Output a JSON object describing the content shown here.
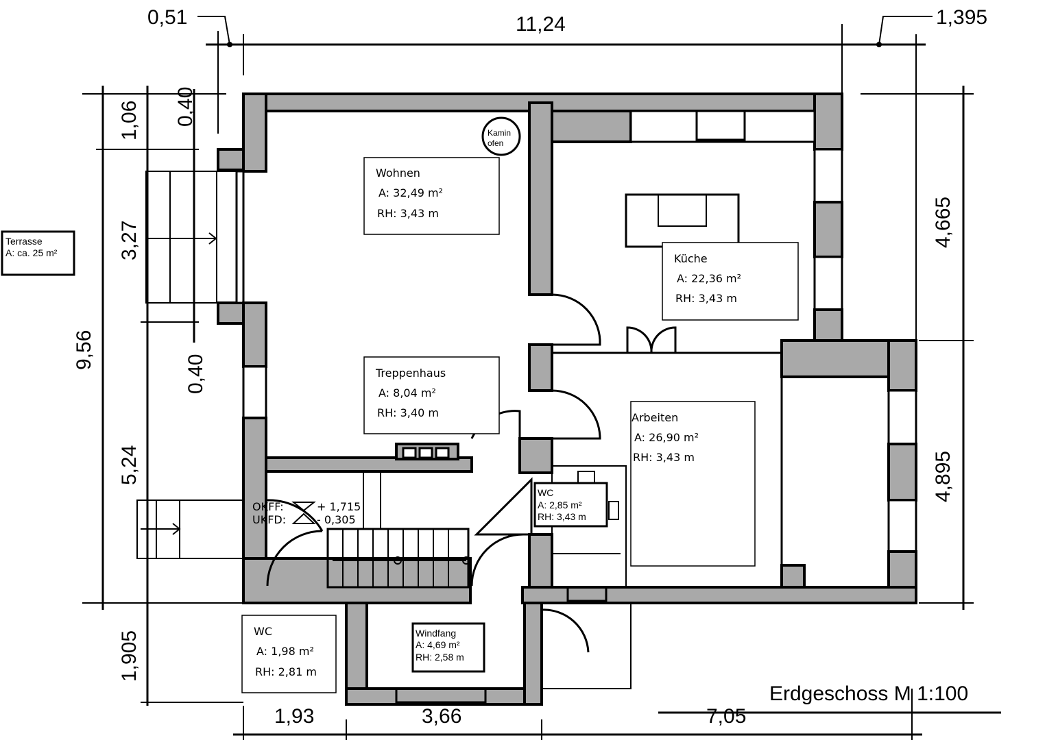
{
  "title": "Erdgeschoss M 1:100",
  "dimensions": {
    "top_left_small": "0,51",
    "top_main": "11,24",
    "top_right_small": "1,395",
    "left_total": "9,56",
    "left_1": "1,06",
    "left_2": "3,27",
    "left_3": "5,24",
    "left_4": "1,905",
    "left_inner_1": "0,40",
    "left_inner_2": "0,40",
    "right_1": "4,665",
    "right_2": "4,895",
    "bottom_1": "1,93",
    "bottom_2": "3,66",
    "bottom_3": "7,05"
  },
  "rooms": [
    {
      "name": "Wohnen",
      "area": "A: 32,49 m²",
      "height": "RH: 3,43 m"
    },
    {
      "name": "Küche",
      "area": "A: 22,36 m²",
      "height": "RH: 3,43 m"
    },
    {
      "name": "Treppenhaus",
      "area": "A: 8,04 m²",
      "height": "RH: 3,40 m"
    },
    {
      "name": "Arbeiten",
      "area": "A: 26,90 m²",
      "height": "RH: 3,43 m"
    },
    {
      "name": "WC",
      "area": "A: 2,85 m²",
      "height": "RH: 3,43 m"
    },
    {
      "name": "WC",
      "area": "A: 1,98 m²",
      "height": "RH: 2,81 m"
    },
    {
      "name": "Windfang",
      "area": "A: 4,69 m²",
      "height": "RH: 2,58 m"
    }
  ],
  "terrace": {
    "name": "Terrasse",
    "area": "A: ca. 25 m²"
  },
  "kamin": {
    "line1": "Kamin",
    "line2": "ofen"
  },
  "levels": {
    "okff_label": "OKFF:",
    "okff_value": "+ 1,715",
    "ukfd_label": "UKFD:",
    "ukfd_value": "- 0,305"
  }
}
